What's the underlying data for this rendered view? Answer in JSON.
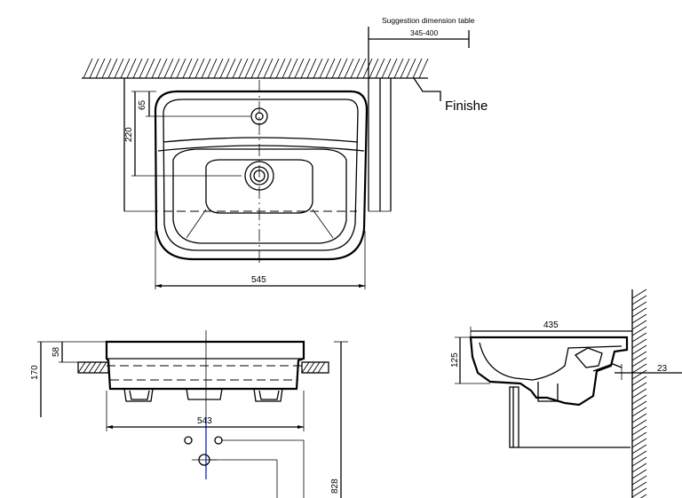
{
  "annotations": {
    "suggestion_title": "Suggestion dimension table",
    "suggestion_range": "345-400",
    "finish_label": "Finishe"
  },
  "dimensions": {
    "top_view": {
      "hole_offset": "65",
      "depth": "220",
      "width": "545"
    },
    "front_view": {
      "rim": "58",
      "height": "170",
      "width": "543",
      "install_height": "828"
    },
    "side_view": {
      "depth": "435",
      "height": "125",
      "wall_gap": "23"
    }
  },
  "colors": {
    "line": "#000000",
    "centerline": "#2233cc",
    "background": "#ffffff"
  }
}
